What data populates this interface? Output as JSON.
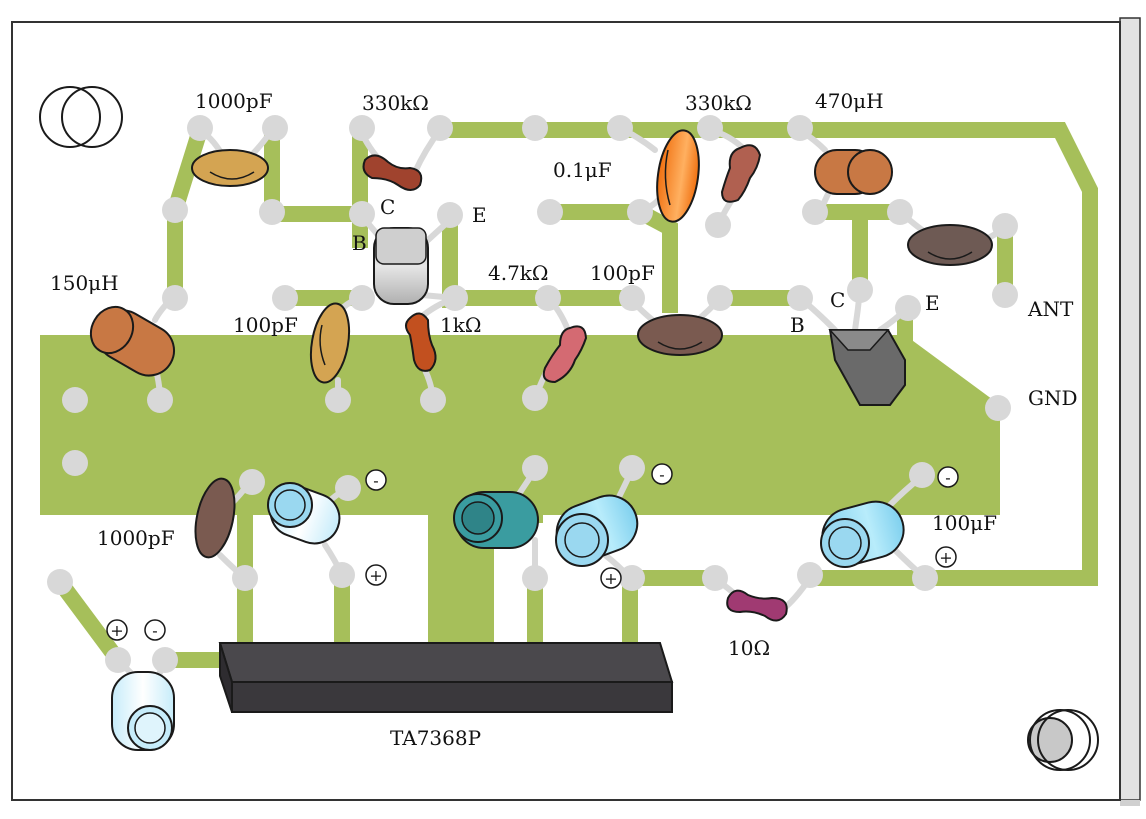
{
  "labels": {
    "c_1000pf_top": "1000pF",
    "r_330k_left": "330kΩ",
    "r_330k_right": "330kΩ",
    "l_470uh": "470μH",
    "c_0_1uf": "0.1μF",
    "l_150uh": "150μH",
    "r_4_7k": "4.7kΩ",
    "c_100pf_mid": "100pF",
    "c_100pf_left": "100pF",
    "r_1k": "1kΩ",
    "ant": "ANT",
    "gnd": "GND",
    "c_1000pf_bottom": "1000pF",
    "c_100uf": "100μF",
    "r_10": "10Ω",
    "ic": "TA7368P",
    "t1_c": "C",
    "t1_b": "B",
    "t1_e": "E",
    "t2_c": "C",
    "t2_b": "B",
    "t2_e": "E",
    "minus_1": "-",
    "minus_2": "-",
    "minus_3": "-",
    "minus_4": "-",
    "plus_1": "+",
    "plus_2": "+",
    "plus_3": "+",
    "plus_4": "+"
  },
  "colors": {
    "trace": "#a6bf5a",
    "pad": "#d8d8d8",
    "ic_body": "#4a484c",
    "inductor": "#c87844",
    "electrolytic": "#9ad8f0",
    "board_edge": "#e4e4e4"
  }
}
